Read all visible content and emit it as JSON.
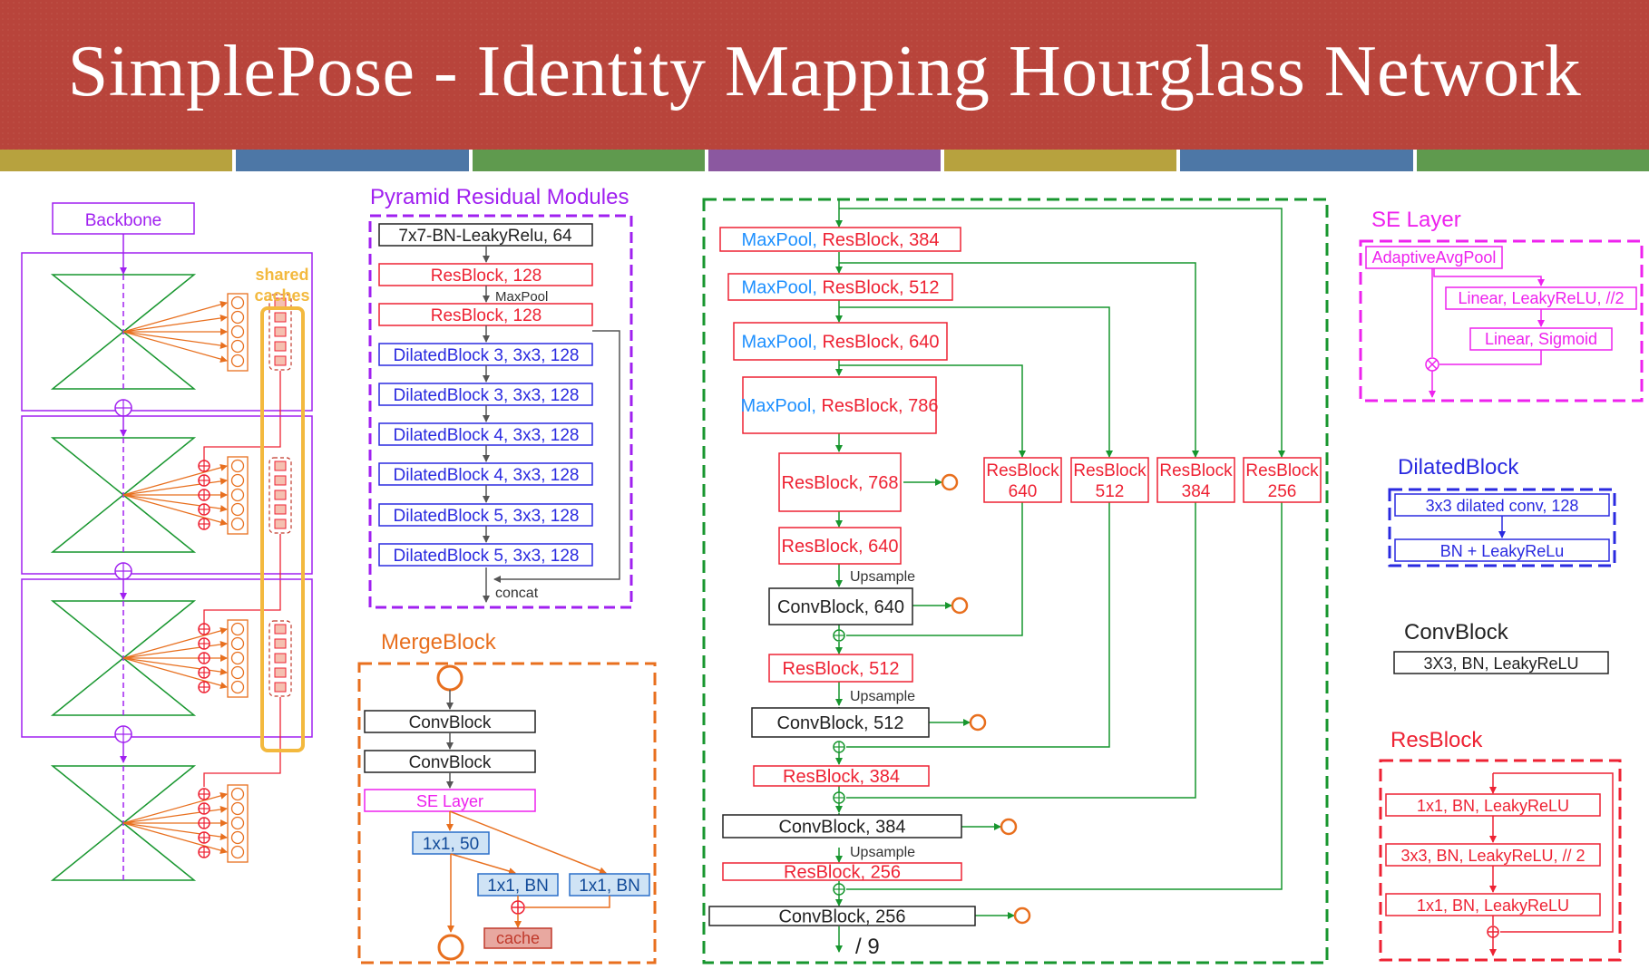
{
  "title": "SimplePose - Identity Mapping Hourglass Network",
  "stripe_colors": [
    "#b7a23e",
    "#4d77a6",
    "#5f9a4e",
    "#8b58a0",
    "#b7a23e",
    "#4d77a6",
    "#5f9a4e"
  ],
  "colors": {
    "purple": "#a020f0",
    "blue": "#2a2ae0",
    "red": "#ee2233",
    "orange": "#e86f1e",
    "green": "#17962e",
    "magenta": "#ee22ee",
    "lightblue": "#1e90ff",
    "gold": "#f3b93e",
    "gray": "#555555"
  },
  "left": {
    "backbone": "Backbone",
    "shared_caches": [
      "shared",
      "caches"
    ]
  },
  "prm": {
    "title": "Pyramid Residual Modules",
    "blocks": [
      "7x7-BN-LeakyRelu, 64",
      "ResBlock, 128",
      "ResBlock, 128",
      "DilatedBlock 3, 3x3, 128",
      "DilatedBlock 3, 3x3, 128",
      "DilatedBlock 4, 3x3, 128",
      "DilatedBlock 4, 3x3, 128",
      "DilatedBlock 5, 3x3, 128",
      "DilatedBlock 5, 3x3, 128"
    ],
    "maxpool": "MaxPool",
    "concat": "concat"
  },
  "merge": {
    "title": "MergeBlock",
    "convblock": "ConvBlock",
    "se_layer": "SE Layer",
    "conv150": "1x1, 50",
    "bn": "1x1, BN",
    "cache": "cache"
  },
  "hourglass": {
    "down": [
      {
        "pool": "MaxPool, ",
        "res": "ResBlock, 384"
      },
      {
        "pool": "MaxPool, ",
        "res": "ResBlock, 512"
      },
      {
        "pool": "MaxPool, ",
        "res": "ResBlock, 640"
      },
      {
        "pool": "MaxPool, ",
        "res": "ResBlock, 786"
      }
    ],
    "res768": "ResBlock, 768",
    "res640": "ResBlock, 640",
    "res512": "ResBlock, 512",
    "res384": "ResBlock, 384",
    "res256": "ResBlock, 256",
    "conv640": "ConvBlock, 640",
    "conv512": "ConvBlock, 512",
    "conv384": "ConvBlock, 384",
    "conv256": "ConvBlock, 256",
    "upsample": "Upsample",
    "skips": [
      {
        "name": "ResBlock",
        "ch": "640"
      },
      {
        "name": "ResBlock",
        "ch": "512"
      },
      {
        "name": "ResBlock",
        "ch": "384"
      },
      {
        "name": "ResBlock",
        "ch": "256"
      }
    ],
    "div9": "/ 9"
  },
  "se": {
    "title": "SE Layer",
    "avgpool": "AdaptiveAvgPool",
    "linear1": "Linear, LeakyReLU, //2",
    "linear2": "Linear, Sigmoid"
  },
  "dilated": {
    "title": "DilatedBlock",
    "l1": "3x3 dilated conv, 128",
    "l2": "BN + LeakyReLu"
  },
  "conv": {
    "title": "ConvBlock",
    "l1": "3X3, BN, LeakyReLU"
  },
  "res": {
    "title": "ResBlock",
    "l1": "1x1, BN, LeakyReLU",
    "l2": "3x3, BN, LeakyReLU, // 2",
    "l3": "1x1, BN, LeakyReLU"
  }
}
